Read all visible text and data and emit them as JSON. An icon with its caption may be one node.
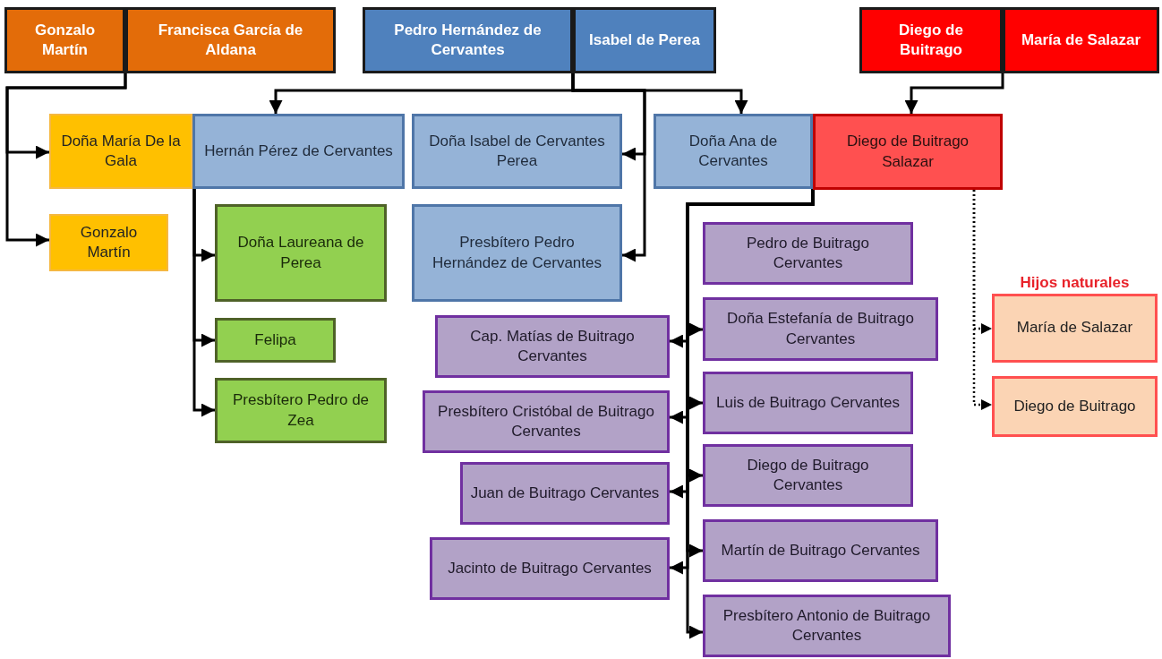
{
  "diagram": {
    "nodes": [
      {
        "text": [
          "Gonzalo Martín"
        ]
      },
      {
        "text": [
          "Francisca García de Aldana"
        ]
      },
      {
        "text": [
          "Pedro Hernández de Cervantes"
        ]
      },
      {
        "text": [
          "Isabel de Perea"
        ]
      },
      {
        "text": [
          "Diego de Buitrago"
        ]
      },
      {
        "text": [
          "María de Salazar"
        ]
      },
      {
        "text": [
          "Doña María De la Gala"
        ]
      },
      {
        "text": [
          "Hernán Pérez de Cervantes"
        ]
      },
      {
        "text": [
          "Doña Isabel de Cervantes Perea"
        ]
      },
      {
        "text": [
          "Doña Ana de Cervantes"
        ]
      },
      {
        "text": [
          "Diego de Buitrago Salazar"
        ]
      },
      {
        "text": [
          "Gonzalo Martín"
        ]
      },
      {
        "text": [
          "Doña Laureana de Perea"
        ]
      },
      {
        "text": [
          "Felipa"
        ]
      },
      {
        "text": [
          "Presbítero Pedro de Zea"
        ]
      },
      {
        "text": [
          "Presbítero Pedro Hernández de Cervantes"
        ]
      },
      {
        "text": [
          "Pedro de Buitrago Cervantes"
        ]
      },
      {
        "text": [
          "Doña Estefanía de Buitrago Cervantes"
        ]
      },
      {
        "text": [
          "Cap. Matías de Buitrago Cervantes"
        ]
      },
      {
        "text": [
          "Luis de Buitrago Cervantes"
        ]
      },
      {
        "text": [
          "Presbítero Cristóbal de Buitrago Cervantes"
        ]
      },
      {
        "text": [
          "Diego de Buitrago Cervantes"
        ]
      },
      {
        "text": [
          "Juan de Buitrago Cervantes"
        ]
      },
      {
        "text": [
          "Martín de Buitrago Cervantes"
        ]
      },
      {
        "text": [
          "Jacinto de Buitrago Cervantes"
        ]
      },
      {
        "text": [
          "Presbítero Antonio de Buitrago Cervantes"
        ]
      },
      {
        "text": [
          "María de Salazar"
        ]
      },
      {
        "text": [
          "Diego de Buitrago"
        ]
      }
    ],
    "edges": [
      {
        "from": 0,
        "to": 6,
        "arrow": "to"
      },
      {
        "from": 0,
        "to": 11,
        "arrow": "to"
      },
      {
        "from": 2,
        "to": 7,
        "arrow": "to"
      },
      {
        "from": 2,
        "to": 9,
        "arrow": "to"
      },
      {
        "from": 2,
        "to": 8,
        "arrow": "to"
      },
      {
        "from": 2,
        "to": 15,
        "arrow": "to"
      },
      {
        "from": 4,
        "to": 10,
        "arrow": "to"
      },
      {
        "from": 7,
        "to": 12,
        "arrow": "to"
      },
      {
        "from": 7,
        "to": 13,
        "arrow": "to"
      },
      {
        "from": 7,
        "to": 14,
        "arrow": "to"
      },
      {
        "from": 9,
        "to": 17,
        "arrow": "to"
      },
      {
        "from": 9,
        "to": 18,
        "arrow": "to"
      },
      {
        "from": 9,
        "to": 19,
        "arrow": "to"
      },
      {
        "from": 9,
        "to": 20,
        "arrow": "to"
      },
      {
        "from": 9,
        "to": 21,
        "arrow": "to"
      },
      {
        "from": 9,
        "to": 22,
        "arrow": "to"
      },
      {
        "from": 9,
        "to": 23,
        "arrow": "to"
      },
      {
        "from": 9,
        "to": 24,
        "arrow": "to"
      },
      {
        "from": 9,
        "to": 25,
        "arrow": "to"
      },
      {
        "from": 10,
        "to": 26,
        "arrow": "to",
        "style": "dashed"
      },
      {
        "from": 10,
        "to": 27,
        "arrow": "to",
        "style": "dashed"
      }
    ],
    "labels": [
      "Hijos naturales"
    ]
  }
}
